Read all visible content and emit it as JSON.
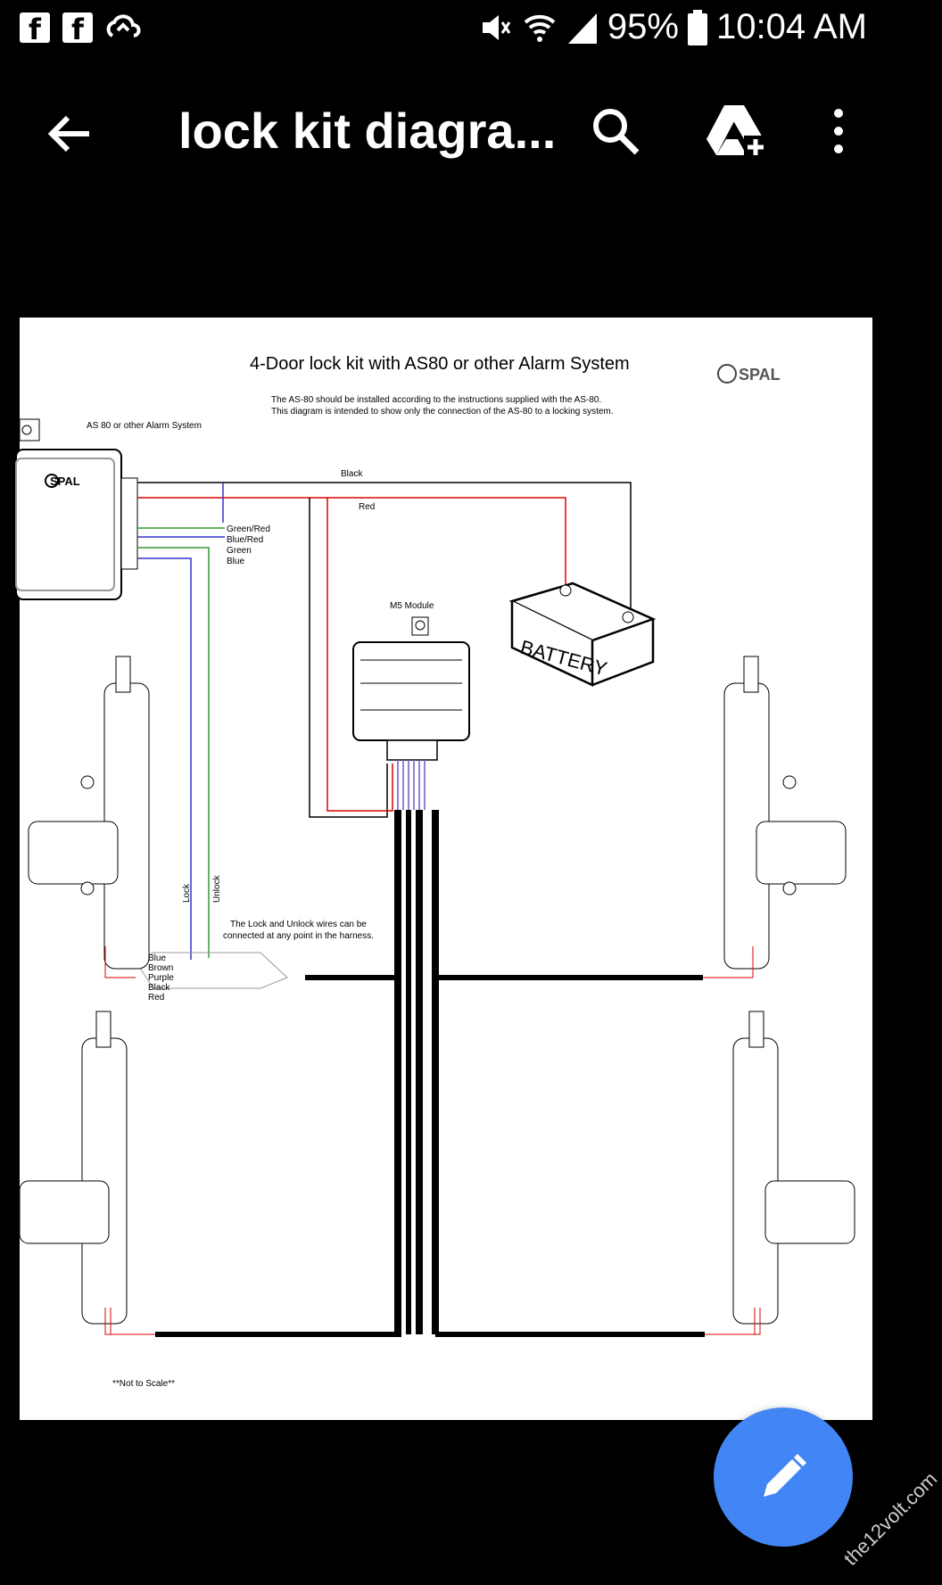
{
  "status": {
    "battery": "95%",
    "time": "10:04 AM"
  },
  "appbar": {
    "title": "lock kit diagra..."
  },
  "diagram": {
    "title": "4-Door lock kit with AS80 or other Alarm System",
    "brand": "SPAL",
    "note1": "The AS-80 should be installed according to the instructions supplied with the AS-80.",
    "note2": "This diagram is intended to show only the connection of the AS-80 to a locking system.",
    "alarm_label": "AS 80 or other Alarm System",
    "wire_black": "Black",
    "wire_red": "Red",
    "wires_left": [
      "Green/Red",
      "Blue/Red",
      "Green",
      "Blue"
    ],
    "module_label": "M5 Module",
    "battery_label": "BATTERY",
    "lock": "Lock",
    "unlock": "Unlock",
    "harness_note1": "The Lock and Unlock wires can be",
    "harness_note2": "connected at any point in the harness.",
    "harness_wires": [
      "Blue",
      "Brown",
      "Purple",
      "Black",
      "Red"
    ],
    "scale_note": "**Not to Scale**"
  },
  "watermark": "the12volt.com"
}
